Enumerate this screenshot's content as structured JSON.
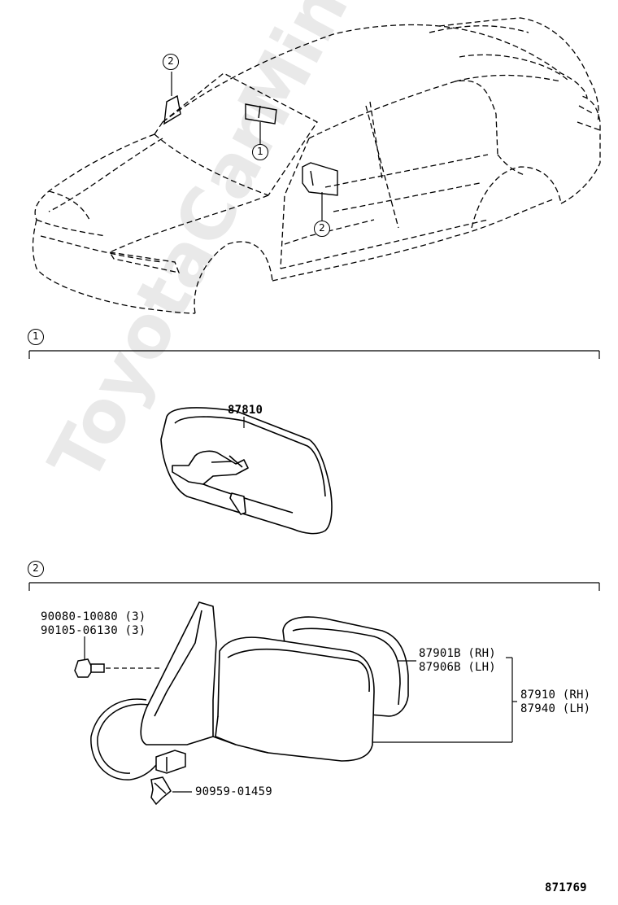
{
  "watermark": "ToyotaCarMine.ru",
  "overview": {
    "callout_1": "1",
    "callout_2_upper": "2",
    "callout_2_lower": "2"
  },
  "section_1": {
    "marker": "1",
    "inner_rear_view_mirror_part": "87810"
  },
  "section_2": {
    "marker": "2",
    "screw_part_1": "90080-10080 (3)",
    "screw_part_2": "90105-06130 (3)",
    "clamp_part": "90959-01459",
    "mirror_glass_rh": "87901B (RH)",
    "mirror_glass_lh": "87906B (LH)",
    "mirror_assy_rh": "87910 (RH)",
    "mirror_assy_lh": "87940 (LH)"
  },
  "illustration_number": "871769",
  "colors": {
    "line": "#000000",
    "background": "#ffffff",
    "watermark": "#d8d8d8"
  }
}
